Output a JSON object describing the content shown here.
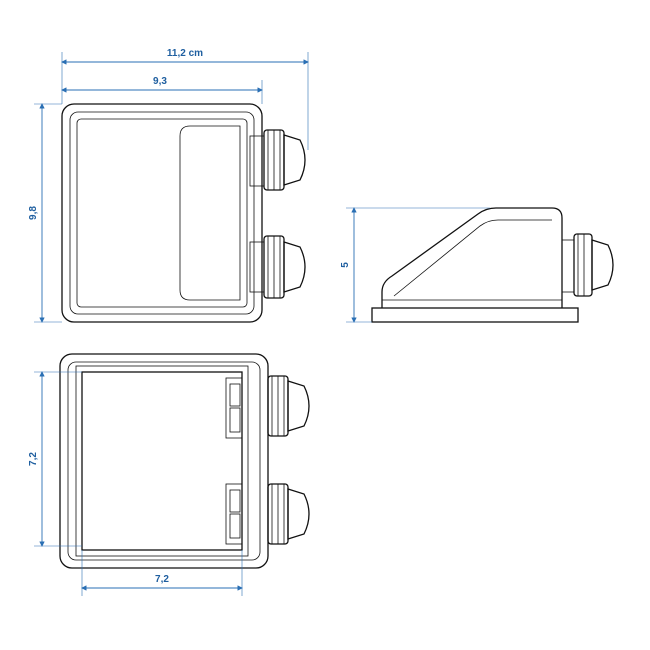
{
  "dimensions": {
    "front_total_width": "11,2 cm",
    "front_body_width": "9,3",
    "front_height": "9,8",
    "side_height": "5",
    "bottom_height": "7,2",
    "bottom_width": "7,2"
  },
  "colors": {
    "dimension": "#2a6fb4",
    "dimension_text": "#1f5fa0",
    "line": "#111111",
    "background": "#ffffff"
  }
}
